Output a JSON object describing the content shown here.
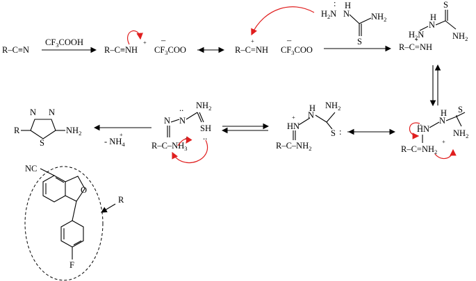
{
  "step1": {
    "start": "R–C≡N",
    "reagent": "CF",
    "reagent_sub": "3",
    "reagent_tail": "COOH",
    "product": "R–C≡NH",
    "plus": "+",
    "counterion": "CF",
    "counterion_sub": "3",
    "counterion_tail": "COO",
    "minus": "–"
  },
  "step2": {
    "cation": "R–C=NH",
    "plus": "+",
    "counterion": "CF",
    "counterion_sub": "3",
    "counterion_tail": "COO",
    "minus": "–"
  },
  "thiosemicarbazide": {
    "h2n": "H",
    "h2n_sub": "2",
    "h2n_n": "N",
    "nh": "N",
    "h": "H",
    "nh2": "NH",
    "nh2_sub": "2",
    "s": "S"
  },
  "adduct1": {
    "h2n": "H",
    "h2n_sub": "2",
    "h2n_n": "N",
    "plus": "+",
    "r": "R–C=NH",
    "n": "N",
    "h": "H",
    "s": "S",
    "nh2": "NH",
    "nh2_sub": "2"
  },
  "adduct2": {
    "hn": "HN",
    "n": "N",
    "h": "H",
    "s": "S",
    "nh2": "NH",
    "nh2_sub": "2",
    "r": "R–C=NH",
    "r_sub": "2",
    "plus": "+"
  },
  "adduct3": {
    "hn": "HN",
    "plus": "+",
    "h": "H",
    "n": "N",
    "nh2": "NH",
    "nh2_sub": "2",
    "s": "S",
    "r": "R–C–NH",
    "r_sub": "2"
  },
  "adduct4": {
    "n1": "N",
    "n2": "N",
    "nh2": "NH",
    "nh2_sub": "2",
    "sh": "SH",
    "r": "R–C–NH",
    "r_sub": "3",
    "plus": "+"
  },
  "product": {
    "n1": "N",
    "n2": "N",
    "r": "R",
    "s": "S",
    "nh2": "NH",
    "nh2_sub": "2",
    "loss": "- NH",
    "loss_sub": "4",
    "plus": "+"
  },
  "citalopram": {
    "nc": "NC",
    "o": "O",
    "f": "F",
    "r": "R"
  }
}
